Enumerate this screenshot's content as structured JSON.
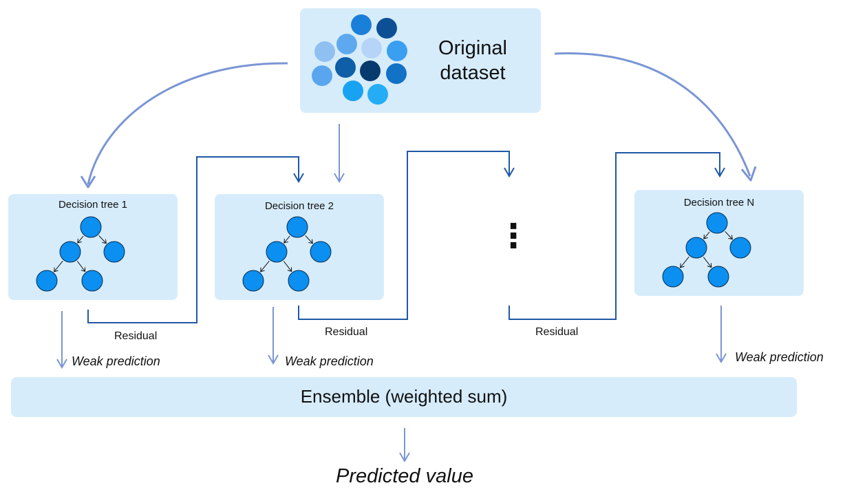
{
  "dataset": {
    "label_line1": "Original",
    "label_line2": "dataset"
  },
  "trees": [
    {
      "title": "Decision tree 1"
    },
    {
      "title": "Decision tree 2"
    },
    {
      "title": "Decision tree N"
    }
  ],
  "ellipsis": "⋮",
  "residual_label": "Residual",
  "weak_prediction_label": "Weak prediction",
  "ensemble_label": "Ensemble (weighted sum)",
  "output_label": "Predicted value",
  "colors": {
    "panel": "#d6ecfb",
    "node": "#0b8ff0",
    "curve_arrow": "#7a95d4",
    "residual_line": "#1f57a5",
    "dots": [
      "#1a7fd8",
      "#0c4f95",
      "#8fc0f2",
      "#5ea9ee",
      "#b6d4f7",
      "#3a9ff0",
      "#5aa6ee",
      "#0e5ea8",
      "#073b6f",
      "#1272c6",
      "#18a2f2",
      "#24adf5"
    ]
  }
}
